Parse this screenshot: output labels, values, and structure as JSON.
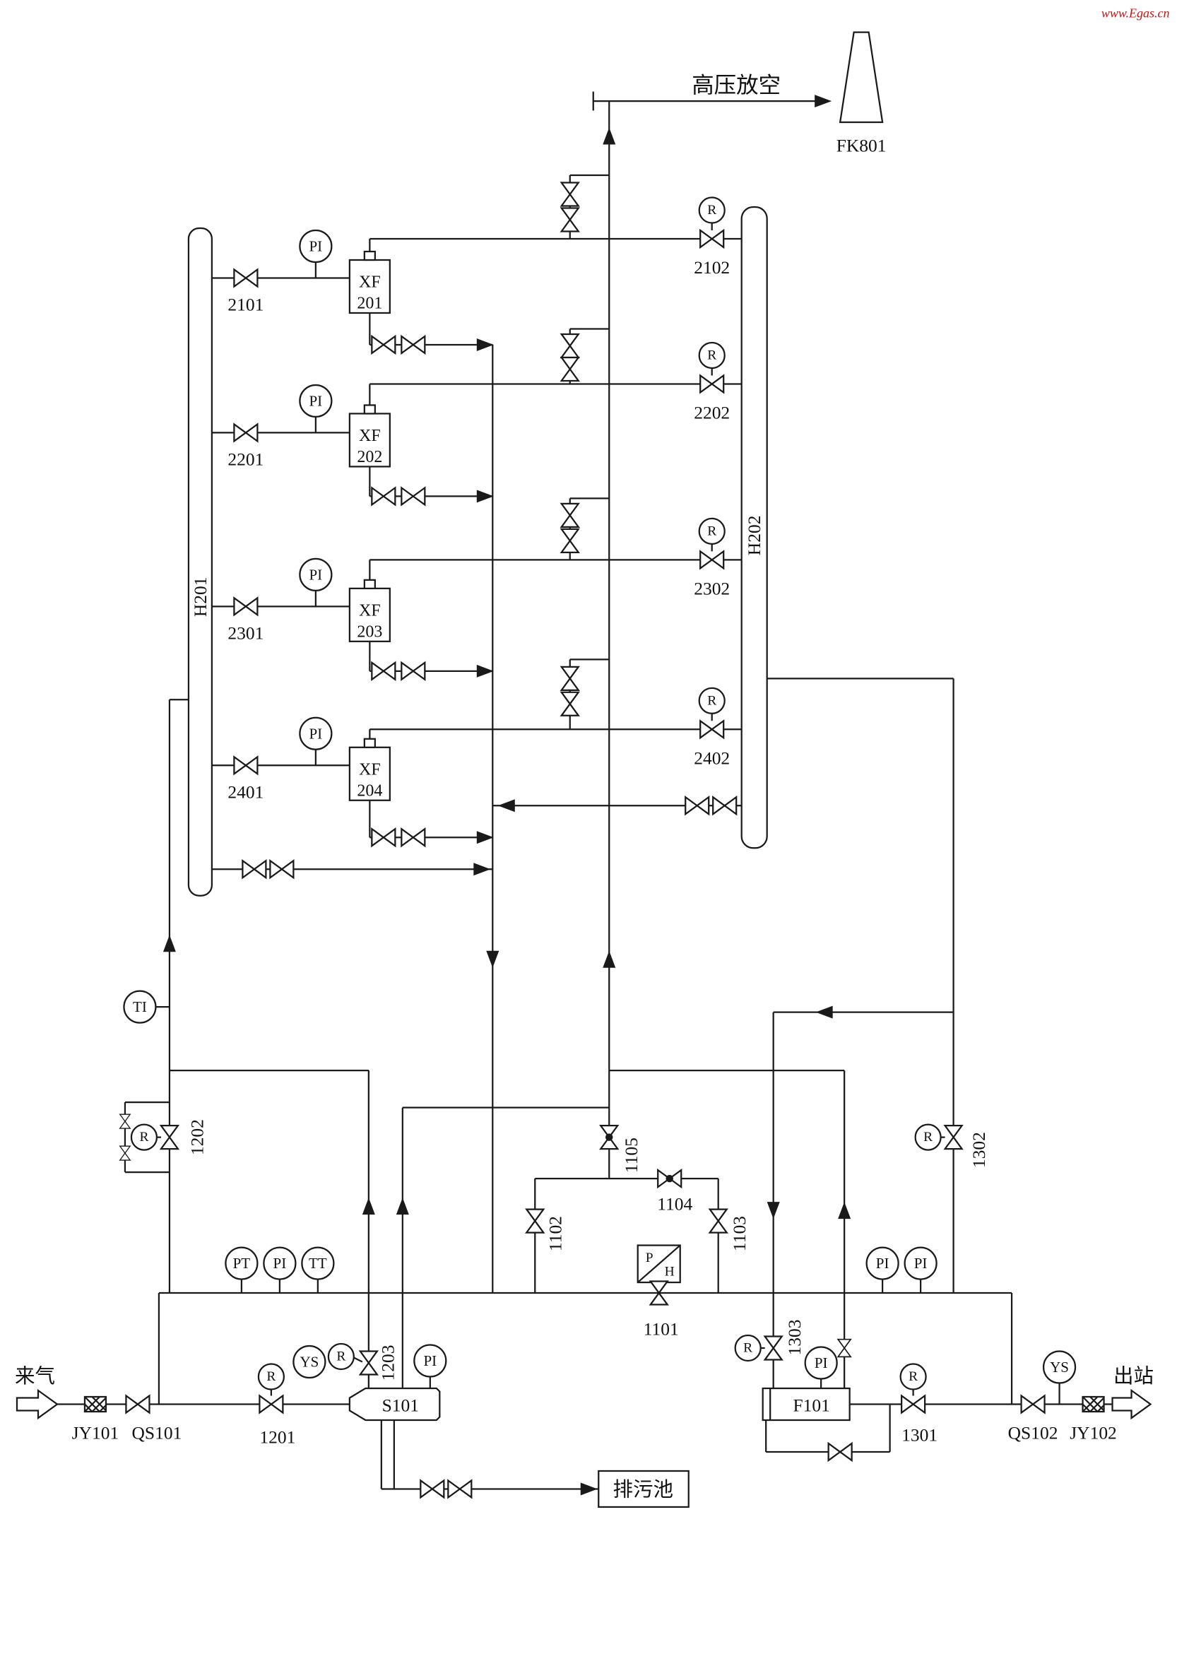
{
  "watermark": "www.Egas.cn",
  "labels": {
    "vent_header": "高压放空",
    "flare_tag": "FK801",
    "inlet": "来气",
    "outlet": "出站",
    "drain_pool": "排污池",
    "pi": "PI",
    "pt": "PT",
    "tt": "TT",
    "ti": "TI",
    "ys": "YS",
    "r": "R",
    "ph_p": "P",
    "ph_h": "H"
  },
  "vessels": {
    "h201": "H201",
    "h202": "H202",
    "s101": "S101",
    "f101": "F101"
  },
  "regulator_rows": [
    {
      "device_line1": "XF",
      "device_line2": "201",
      "inlet_valve": "2101",
      "outlet_valve": "2102"
    },
    {
      "device_line1": "XF",
      "device_line2": "202",
      "inlet_valve": "2201",
      "outlet_valve": "2202"
    },
    {
      "device_line1": "XF",
      "device_line2": "203",
      "inlet_valve": "2301",
      "outlet_valve": "2302"
    },
    {
      "device_line1": "XF",
      "device_line2": "204",
      "inlet_valve": "2401",
      "outlet_valve": "2402"
    }
  ],
  "valve_tags": {
    "v1101": "1101",
    "v1102": "1102",
    "v1103": "1103",
    "v1104": "1104",
    "v1105": "1105",
    "v1201": "1201",
    "v1202": "1202",
    "v1203": "1203",
    "v1301": "1301",
    "v1302": "1302",
    "v1303": "1303",
    "qs101": "QS101",
    "qs102": "QS102",
    "jy101": "JY101",
    "jy102": "JY102"
  }
}
